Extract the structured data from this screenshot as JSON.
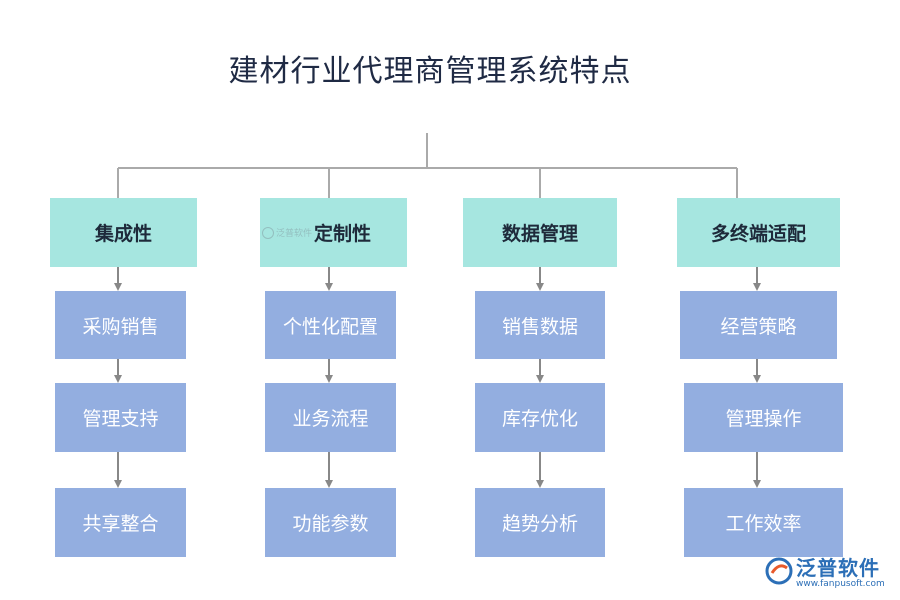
{
  "title": "建材行业代理商管理系统特点",
  "categories": [
    {
      "label": "集成性",
      "items": [
        "采购销售",
        "管理支持",
        "共享整合"
      ]
    },
    {
      "label": "定制性",
      "items": [
        "个性化配置",
        "业务流程",
        "功能参数"
      ]
    },
    {
      "label": "数据管理",
      "items": [
        "销售数据",
        "库存优化",
        "趋势分析"
      ]
    },
    {
      "label": "多终端适配",
      "items": [
        "经营策略",
        "管理操作",
        "工作效率"
      ]
    }
  ],
  "watermark": {
    "small_text": "泛普软件"
  },
  "logo": {
    "name": "泛普软件",
    "url": "www.fanpusoft.com"
  },
  "colors": {
    "category_fill": "#a6e6e0",
    "item_fill": "#93aee0",
    "connector": "#999999",
    "title": "#1f2a44",
    "logo": "#2c6fb7"
  }
}
